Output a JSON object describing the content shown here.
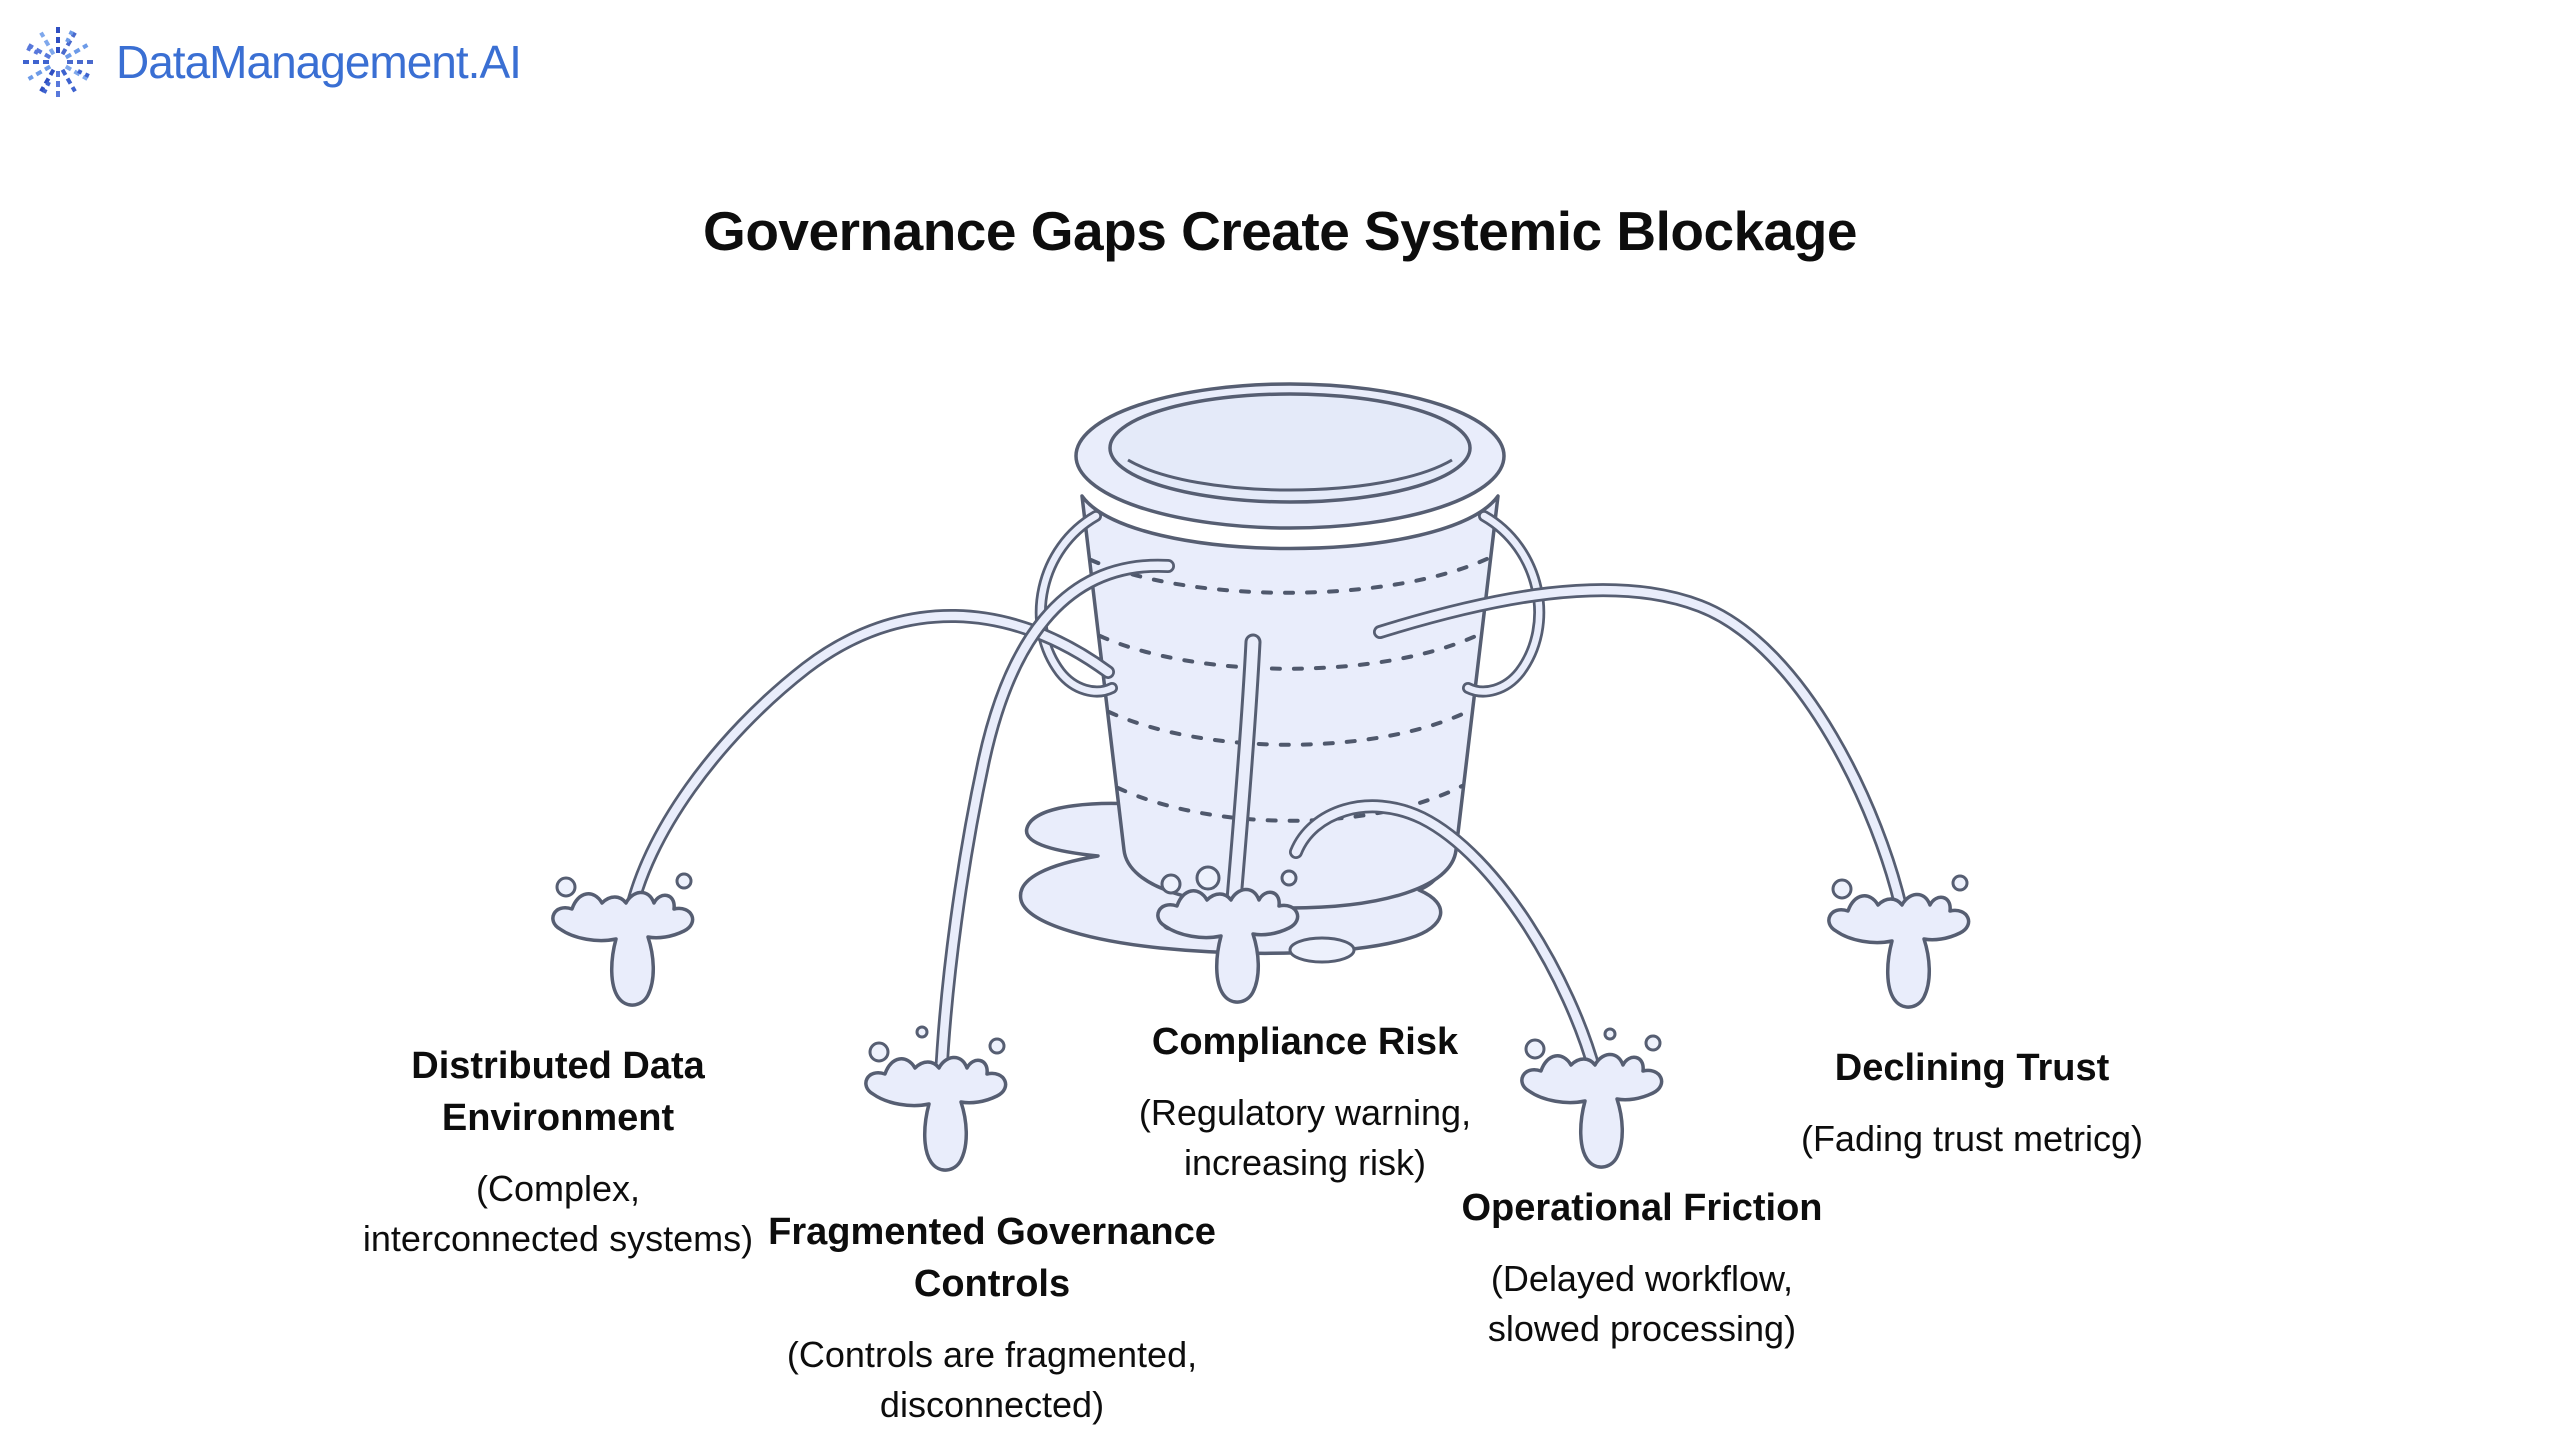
{
  "brand": {
    "name": "DataManagement.AI",
    "icon": "starburst-icon",
    "color": "#3A6FD3"
  },
  "title": "Governance Gaps Create Systemic Blockage",
  "illustration": {
    "kind": "leaking-bucket",
    "description": "A bucket leaking five streams of water that splash on the ground around a puddle",
    "fill_color": "#E9EDFB",
    "line_color": "#565E72",
    "leak_count": 5
  },
  "leaks": [
    {
      "id": "distributed-data-environment",
      "title_lines": [
        "Distributed Data",
        "Environment"
      ],
      "subtitle_lines": [
        "(Complex,",
        "interconnected systems)"
      ]
    },
    {
      "id": "fragmented-governance-controls",
      "title_lines": [
        "Fragmented Governance",
        "Controls"
      ],
      "subtitle_lines": [
        "(Controls are fragmented,",
        "disconnected)"
      ]
    },
    {
      "id": "compliance-risk",
      "title_lines": [
        "Compliance Risk"
      ],
      "subtitle_lines": [
        "(Regulatory warning,",
        "increasing risk)"
      ]
    },
    {
      "id": "operational-friction",
      "title_lines": [
        "Operational Friction"
      ],
      "subtitle_lines": [
        "(Delayed workflow,",
        "slowed processing)"
      ]
    },
    {
      "id": "declining-trust",
      "title_lines": [
        "Declining Trust"
      ],
      "subtitle_lines": [
        "(Fading trust metricg)"
      ]
    }
  ]
}
